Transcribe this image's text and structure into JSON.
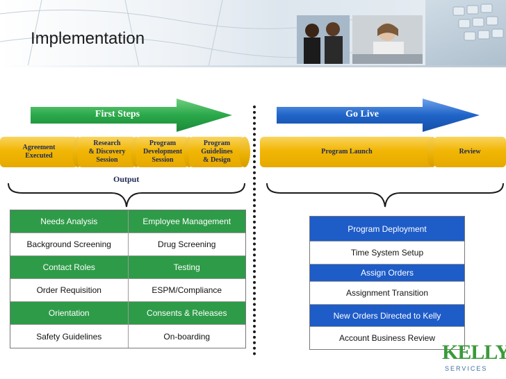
{
  "header": {
    "title": "Implementation"
  },
  "arrows": {
    "first_steps": "First Steps",
    "go_live": "Go Live"
  },
  "process": {
    "first_steps": [
      "Agreement\nExecuted",
      "Research\n& Discovery\nSession",
      "Program\nDevelopment\nSession",
      "Program\nGuidelines\n& Design"
    ],
    "go_live": [
      "Program Launch",
      "Review"
    ]
  },
  "output_label": "Output",
  "left_table": [
    [
      "Needs Analysis",
      "Employee Management"
    ],
    [
      "Background Screening",
      "Drug Screening"
    ],
    [
      "Contact Roles",
      "Testing"
    ],
    [
      "Order Requisition",
      "ESPM/Compliance"
    ],
    [
      "Orientation",
      "Consents & Releases"
    ],
    [
      "Safety Guidelines",
      "On-boarding"
    ]
  ],
  "right_list": [
    "Program Deployment",
    "Time System Setup",
    "Assign Orders",
    "Assignment Transition",
    "New Orders Directed to Kelly",
    "Account Business Review"
  ],
  "logo": {
    "main": "KELLY",
    "sub": "SERVICES"
  },
  "colors": {
    "green_arrow": "#2aa84a",
    "blue_arrow": "#1f64c8",
    "pill_gold": "#f2b705",
    "table_green": "#2e9b48",
    "list_blue": "#1e5cc8"
  }
}
